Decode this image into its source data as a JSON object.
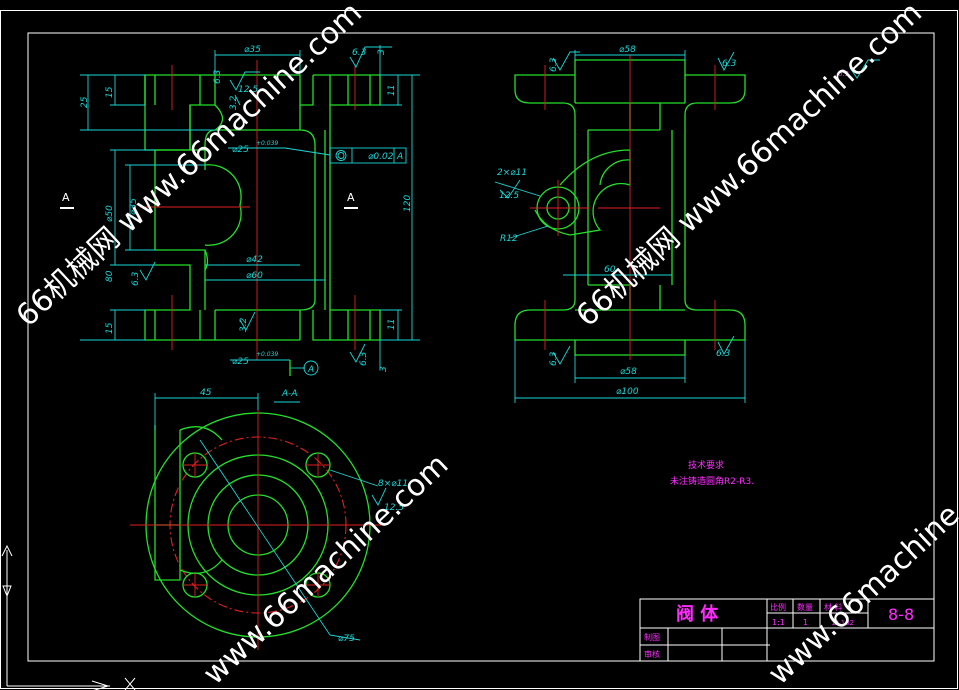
{
  "watermarks": {
    "text1": "66机械网 www.66machine.com",
    "text2": "66机械网 www.66machine.com",
    "text3": "www.66machine.com"
  },
  "front_view": {
    "dia_35": "⌀35",
    "dia_25_top": "⌀25",
    "dia_25_bottom": "⌀25",
    "tol_top": "+0.039",
    "tol_bottom": "+0.039",
    "dia_50": "⌀50",
    "dia_35_inner": "⌀35",
    "dia_42": "⌀42",
    "dia_60": "⌀60",
    "dim_25": "25",
    "dim_15_top": "15",
    "dim_15_bottom": "15",
    "dim_3_top": "3",
    "dim_3_bottom": "3",
    "dim_11_top": "11",
    "dim_11_bottom": "11",
    "dim_120": "120",
    "dim_80": "80",
    "rough_63_a": "6.3",
    "rough_63_b": "6.3",
    "rough_63_c": "6.3",
    "rough_63_d": "6.3",
    "rough_125": "12.5",
    "rough_32_a": "3.2",
    "rough_32_b": "3.2",
    "section_a_left": "A",
    "section_a_right": "A",
    "datum": "A",
    "tolerance_value": "⌀0.02",
    "tolerance_datum": "A"
  },
  "side_view": {
    "dia_58_top": "⌀58",
    "dia_58_bottom": "⌀58",
    "dia_100": "⌀100",
    "holes_2x11": "2×⌀11",
    "rough_125": "12.5",
    "r12": "R12",
    "dim_60": "60",
    "rough_63_a": "6.3",
    "rough_63_b": "6.3",
    "rough_63_c": "6.3",
    "rough_63_d": "6.3"
  },
  "section_view": {
    "label": "A-A",
    "dim_45": "45",
    "holes_8x11": "8×⌀11",
    "rough_125": "12.5",
    "dia_75": "⌀75"
  },
  "notes": {
    "title": "技术要求",
    "line1": "未注铸造圆角R2-R3."
  },
  "corner_symbol": "6.3",
  "title_block": {
    "part_name": "阀 体",
    "scale_label": "比例",
    "qty_label": "数量",
    "material_label": "材 料",
    "scale_value": "1:1",
    "qty_value": "1",
    "material_value": "ZL102",
    "drawing_no": "8-8",
    "drawn_label": "制图",
    "checked_label": "审核"
  },
  "colors": {
    "outline": "#22e02a",
    "dimension": "#19d7d7",
    "centerline": "#e02020",
    "annotation": "#ff2bff"
  }
}
